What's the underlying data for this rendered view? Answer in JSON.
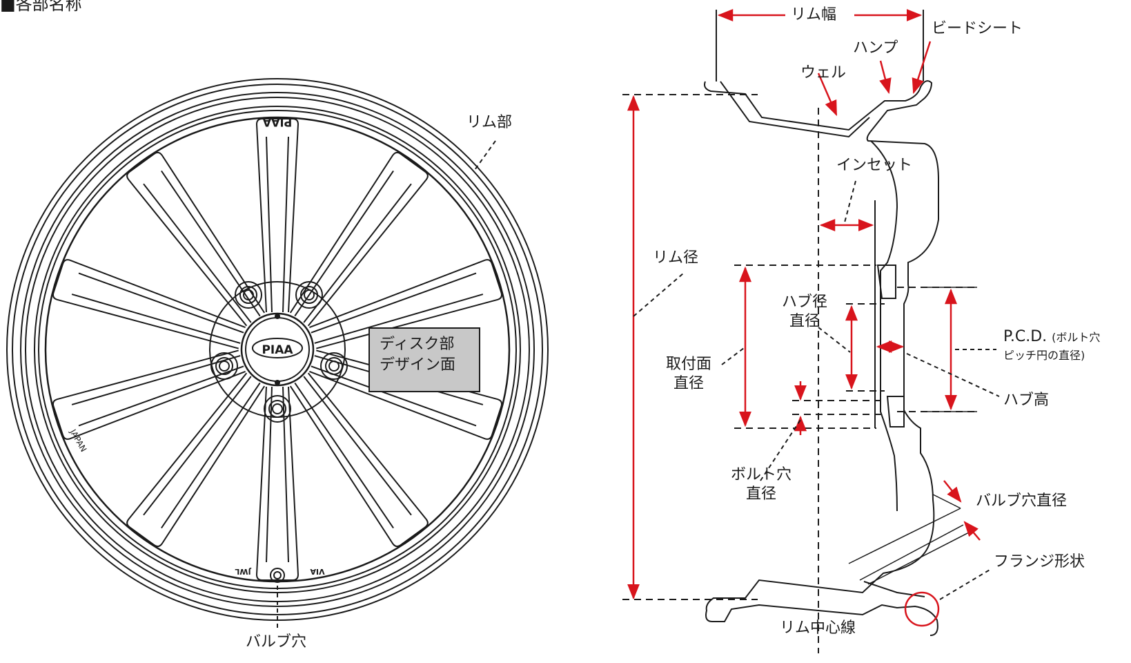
{
  "title": "■各部名称",
  "wheel": {
    "brand_top": "PIAA",
    "center_cap": "PIAA",
    "country": "JAPAN",
    "mark_left": "JWL",
    "mark_right": "VIA"
  },
  "labels": {
    "rim_part": "リム部",
    "disc_design_1": "ディスク部",
    "disc_design_2": "デザイン面",
    "valve_hole": "バルブ穴",
    "rim_width": "リム幅",
    "bead_seat": "ビードシート",
    "hump": "ハンプ",
    "well": "ウェル",
    "inset": "インセット",
    "rim_diameter": "リム径",
    "hub_dia_1": "ハブ径",
    "hub_dia_2": "直径",
    "mount_face_1": "取付面",
    "mount_face_2": "直径",
    "pcd": "P.C.D.",
    "pcd_note_1": "(ボルト穴",
    "pcd_note_2": "ピッチ円の直径)",
    "hub_height": "ハブ高",
    "bolt_hole_1": "ボルト穴",
    "bolt_hole_2": "直径",
    "valve_hole_dia": "バルブ穴直径",
    "flange_shape": "フランジ形状",
    "rim_center_line": "リム中心線"
  },
  "colors": {
    "line": "#1a1a1a",
    "dimension": "#d8141c",
    "box_fill": "#c8c8c8"
  }
}
